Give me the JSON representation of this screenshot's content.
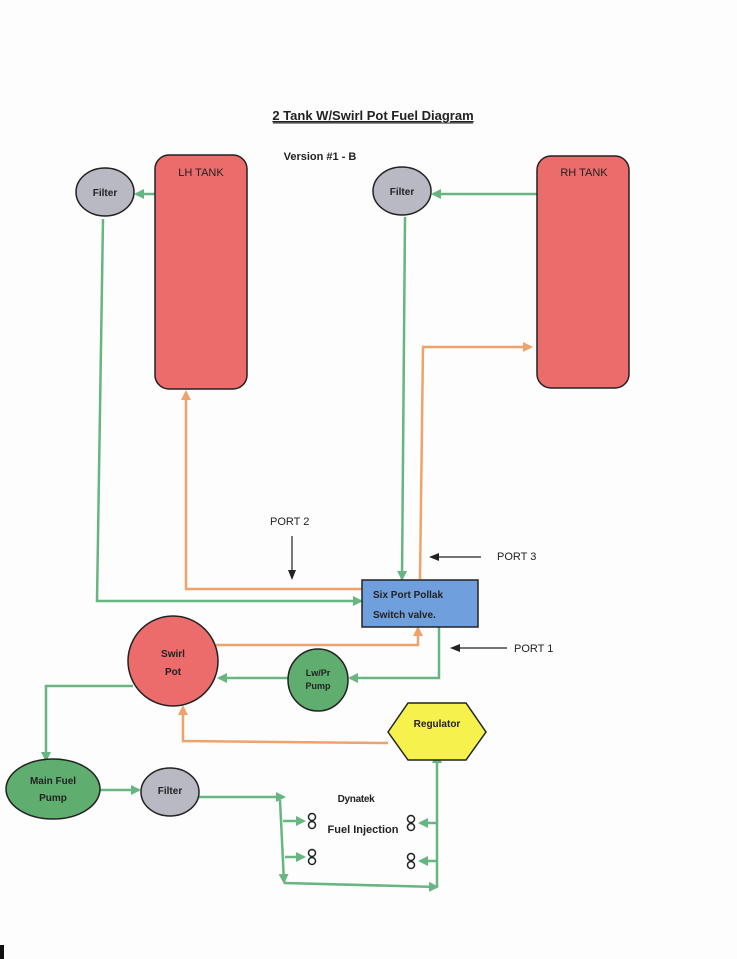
{
  "title": "2 Tank W/Swirl Pot Fuel Diagram",
  "version": "Version #1 - B",
  "colors": {
    "tank": "#ec6b6b",
    "filter": "#b9b9c4",
    "pump": "#5fae6f",
    "valve": "#6f9fdc",
    "regulator": "#f6f14c",
    "supply_line": "#67b681",
    "return_line": "#f0a26c"
  },
  "components": {
    "lh_tank": "LH TANK",
    "rh_tank": "RH TANK",
    "lh_filter": "Filter",
    "rh_filter": "Filter",
    "main_filter": "Filter",
    "valve_line1": "Six Port Pollak",
    "valve_line2": "Switch valve.",
    "swirl_pot_line1": "Swirl",
    "swirl_pot_line2": "Pot",
    "lift_pump_line1": "Lw/Pr",
    "lift_pump_line2": "Pump",
    "main_pump_line1": "Main Fuel",
    "main_pump_line2": "Pump",
    "regulator": "Regulator",
    "brand": "Dynatek",
    "injection": "Fuel Injection"
  },
  "ports": {
    "port1": "PORT 1",
    "port2": "PORT 2",
    "port3": "PORT 3"
  }
}
